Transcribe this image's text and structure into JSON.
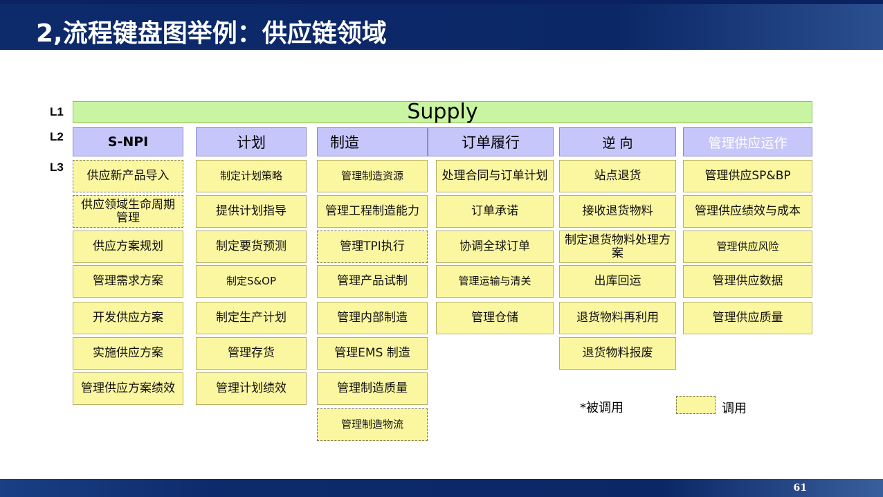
{
  "title": "2,流程键盘图举例：供应链领域",
  "page_number": "61",
  "levels": {
    "l1": "L1",
    "l2": "L2",
    "l3": "L3"
  },
  "l1_label": "Supply",
  "columns": [
    {
      "header": "S-NPI",
      "items": [
        "供应新产品导入",
        "供应领域生命周期管理",
        "供应方案规划",
        "管理需求方案",
        "开发供应方案",
        "实施供应方案",
        "管理供应方案绩效"
      ]
    },
    {
      "header": "计划",
      "items": [
        "制定计划策略",
        "提供计划指导",
        "制定要货预测",
        "制定S&OP",
        "制定生产计划",
        "管理存货",
        "管理计划绩效"
      ]
    },
    {
      "header": "制造",
      "items": [
        "管理制造资源",
        "管理工程制造能力",
        "管理TPI执行",
        "管理产品试制",
        "管理内部制造",
        "管理EMS 制造",
        "管理制造质量",
        "管理制造物流"
      ]
    },
    {
      "header": "订单履行",
      "items": [
        "处理合同与订单计划",
        "订单承诺",
        "协调全球订单",
        "管理运输与清关",
        "管理仓储"
      ]
    },
    {
      "header": "逆 向",
      "items": [
        "站点退货",
        "接收退货物料",
        "制定退货物料处理方案",
        "出库回运",
        "退货物料再利用",
        "退货物料报废"
      ]
    },
    {
      "header": "管理供应运作",
      "items": [
        "管理供应SP&BP",
        "管理供应绩效与成本",
        "管理供应风险",
        "管理供应数据",
        "管理供应质量"
      ]
    }
  ],
  "legend": {
    "called_by": "*被调用",
    "calls": "调用"
  }
}
